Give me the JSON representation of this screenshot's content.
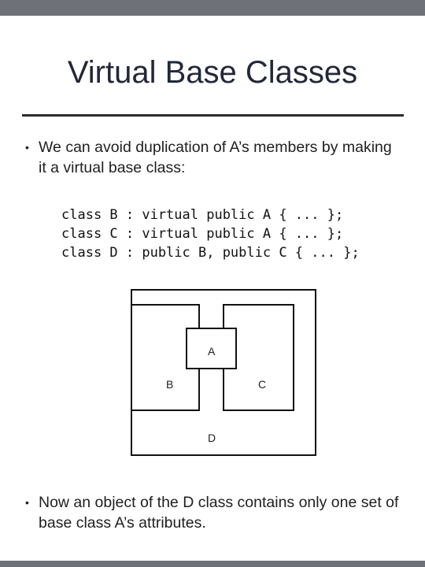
{
  "slide": {
    "title": "Virtual Base Classes",
    "bullet_symbol": "•",
    "bullets": [
      "We can avoid duplication of A’s members by making it a virtual base class:",
      "Now an object of the D class contains only one set of base class A’s attributes."
    ],
    "code_lines": [
      "class B : virtual public A { ... };",
      "class C : virtual public A { ... };",
      "class D : public B, public C { ... };"
    ],
    "diagram": {
      "outer_label": "D",
      "left_label": "B",
      "right_label": "C",
      "shared_label": "A"
    }
  }
}
